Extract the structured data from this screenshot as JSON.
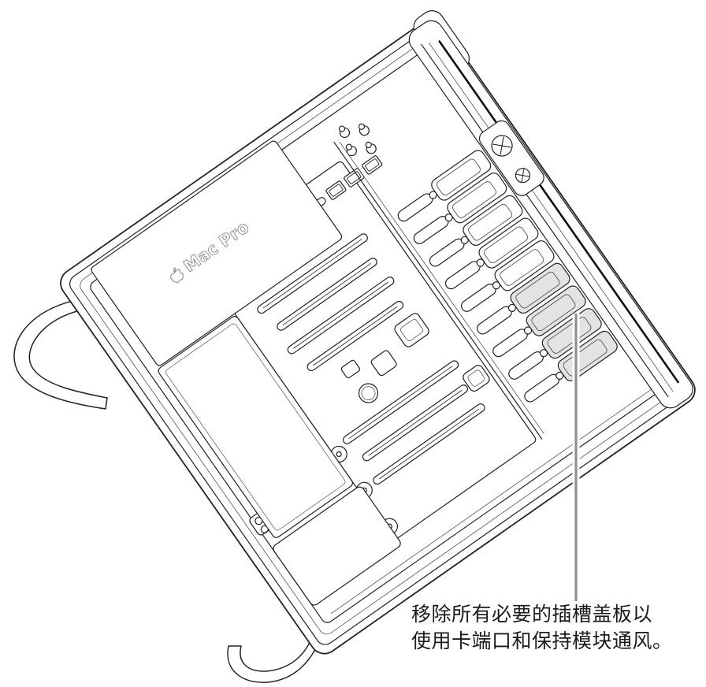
{
  "device_label": {
    "icon": "apple-logo",
    "text": "Mac Pro"
  },
  "callout": {
    "line1": "移除所有必要的插槽盖板以",
    "line2": "使用卡端口和保持模块通风。"
  },
  "slot_covers": {
    "total": 9,
    "highlighted": 4,
    "highlight_color": "#e3e3e3"
  },
  "colors": {
    "line": "#222222",
    "dark_accent": "#111111",
    "callout_line": "#8f8f8f",
    "text": "#1b1b1b",
    "background": "#ffffff"
  }
}
